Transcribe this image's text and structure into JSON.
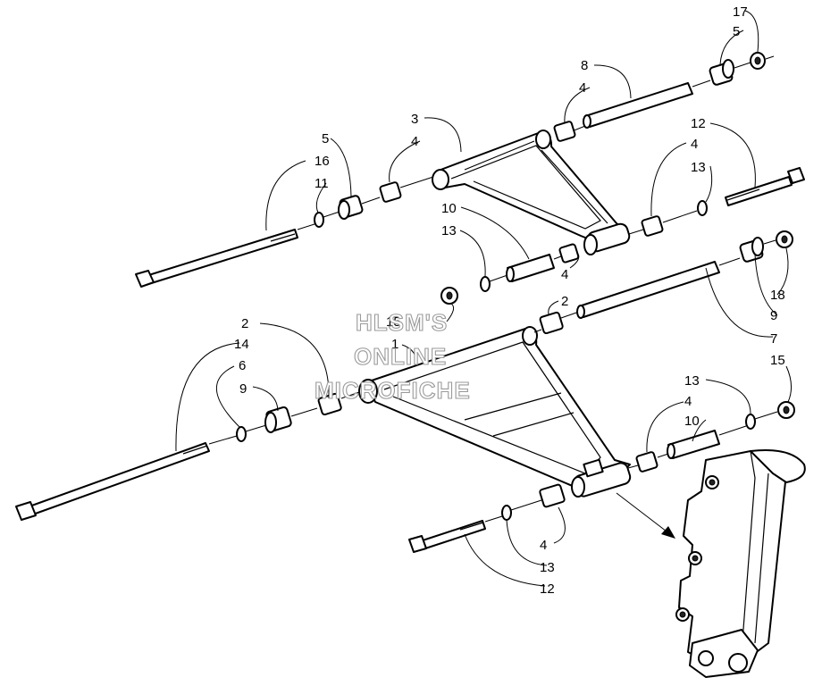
{
  "watermark": {
    "line1": "HLSM'S",
    "line2": "ONLINE",
    "line3": "MICROFICHE"
  },
  "callouts": {
    "c17": "17",
    "c5_top": "5",
    "c8": "8",
    "c4_a": "4",
    "c3": "3",
    "c5_left": "5",
    "c4_b": "4",
    "c16": "16",
    "c11": "11",
    "c12_top": "12",
    "c4_c": "4",
    "c13_a": "13",
    "c10_a": "10",
    "c13_b": "13",
    "c4_d": "4",
    "c15_a": "15",
    "c18": "18",
    "c9_a": "9",
    "c7": "7",
    "c2_a": "2",
    "c1": "1",
    "c2_b": "2",
    "c14": "14",
    "c6": "6",
    "c9_b": "9",
    "c15_b": "15",
    "c13_c": "13",
    "c4_e": "4",
    "c10_b": "10",
    "c4_f": "4",
    "c13_d": "13",
    "c12_bot": "12"
  }
}
